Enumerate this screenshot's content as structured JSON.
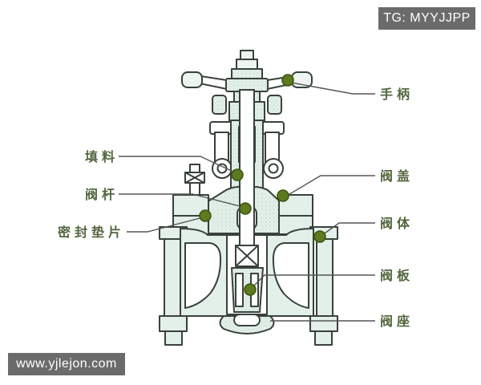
{
  "watermarks": {
    "top_right": "TG: MYYJJPP",
    "bottom_left": "www.yjlejon.com"
  },
  "diagram": {
    "subject": "gate-valve-cross-section",
    "labels": {
      "left": [
        "填料",
        "阀杆",
        "密封垫片"
      ],
      "right": [
        "手柄",
        "阀盖",
        "阀体",
        "阀板",
        "阀座"
      ]
    },
    "colors": {
      "background": "#ffffff",
      "body_fill": "#e3f0e9",
      "outline": "#39413b",
      "marker_dot": "#5d7a1e",
      "marker_dot_edge": "#3b540f",
      "label_text": "#52663f",
      "leader_line": "#555555",
      "watermark_bg": "#6b6b6b",
      "watermark_text": "#ffffff"
    }
  }
}
